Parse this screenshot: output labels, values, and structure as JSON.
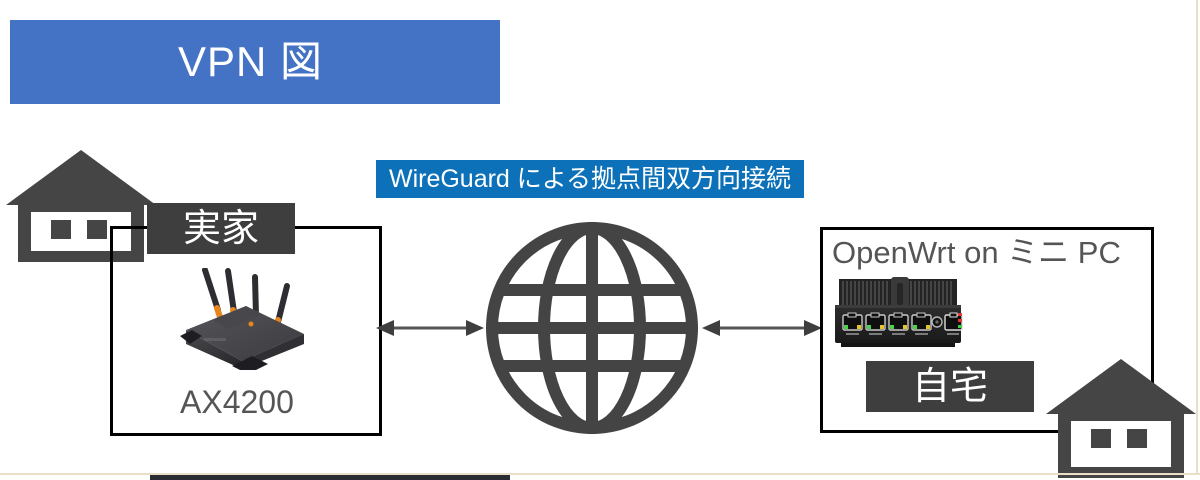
{
  "slide": {
    "title_banner": {
      "text": "VPN 図",
      "background_color": "#4472C4",
      "text_color": "#FFFFFF"
    },
    "connection_banner": {
      "text": "WireGuard による拠点間双方向接続",
      "background_color": "#0C71B8",
      "text_color": "#FFFFFF"
    },
    "left_site": {
      "chip_label": "実家",
      "chip_color": "#3E3E3E",
      "device_caption": "AX4200",
      "device_icon": "wifi-router-icon",
      "house_icon": "house-icon",
      "box_border_color": "#000000"
    },
    "right_site": {
      "chip_label": "自宅",
      "chip_color": "#3E3E3E",
      "device_caption": "OpenWrt on ミニ PC",
      "device_icon": "mini-pc-icon",
      "house_icon": "house-icon",
      "box_border_color": "#000000"
    },
    "internet": {
      "icon": "globe-icon",
      "color": "#444444"
    },
    "arrows": {
      "left": {
        "icon": "double-headed-arrow-icon",
        "direction": "bidirectional",
        "color": "#555555"
      },
      "right": {
        "icon": "double-headed-arrow-icon",
        "direction": "bidirectional",
        "color": "#555555"
      }
    },
    "bottom_chrome": {
      "rule_color": "#E9DFC6",
      "band_color": "#2B2B33"
    }
  }
}
